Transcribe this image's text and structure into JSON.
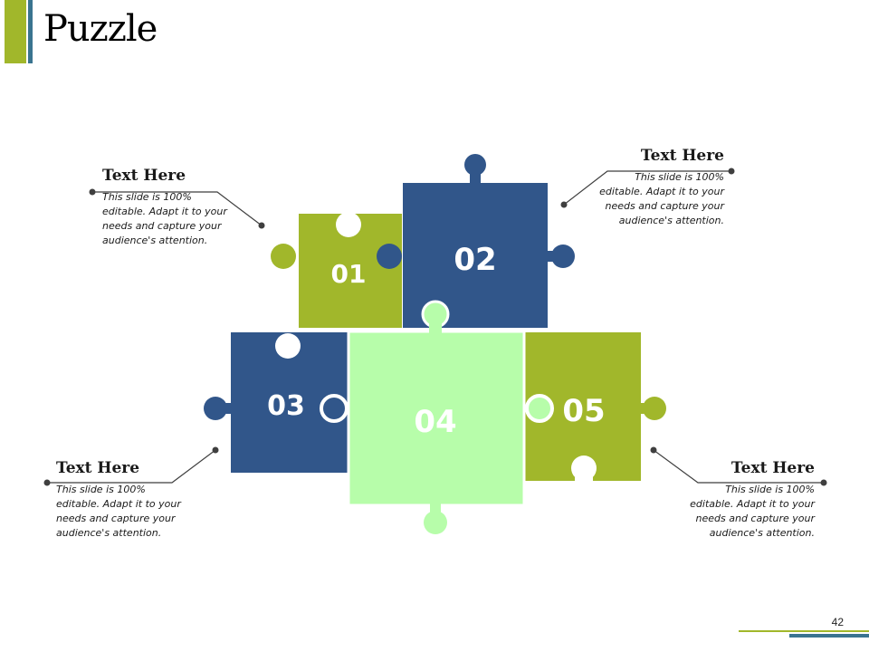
{
  "title": "Puzzle",
  "page_number": "42",
  "pieces": [
    {
      "label": "01",
      "color": "#a1b72b"
    },
    {
      "label": "02",
      "color": "#31568a"
    },
    {
      "label": "03",
      "color": "#31568a"
    },
    {
      "label": "04",
      "color": "#b7fdaa"
    },
    {
      "label": "05",
      "color": "#a1b72b"
    }
  ],
  "callouts": {
    "top_left": {
      "heading": "Text Here",
      "body": "This slide is 100% editable. Adapt it to your needs and capture your audience's attention."
    },
    "top_right": {
      "heading": "Text Here",
      "body": "This slide is 100% editable. Adapt it to your needs and capture your audience's attention."
    },
    "bottom_left": {
      "heading": "Text Here",
      "body": "This slide is 100% editable. Adapt it to your needs and capture your audience's attention."
    },
    "bottom_right": {
      "heading": "Text Here",
      "body": "This slide is 100% editable. Adapt it to your needs and capture your audience's attention."
    }
  },
  "colors": {
    "accent_green": "#a1b72b",
    "accent_blue": "#3a7490",
    "connector": "#3f3f3f"
  }
}
